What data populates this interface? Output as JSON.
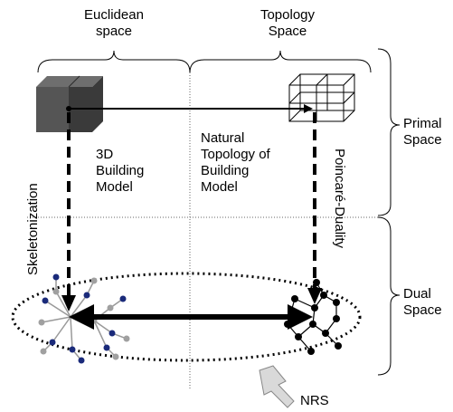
{
  "labels": {
    "euclidean": [
      "Euclidean",
      "space"
    ],
    "topology": [
      "Topology",
      "Space"
    ],
    "primal": [
      "Primal",
      "Space"
    ],
    "dual": [
      "Dual",
      "Space"
    ],
    "building_model": [
      "3D",
      "Building",
      "Model"
    ],
    "natural_topology": [
      "Natural",
      "Topology of",
      "Building",
      "Model"
    ],
    "skeletonization": "Skeletonization",
    "poincare": "Poincaré-Duality",
    "nrs": "NRS"
  },
  "colors": {
    "box_dark": "#3a3a3a",
    "box_mid": "#555555",
    "box_light": "#6e6e6e",
    "node_blue": "#1a2a7a",
    "node_gray": "#a0a0a0",
    "nrs_arrow_fill": "#d9d9d9",
    "line": "#000000"
  }
}
